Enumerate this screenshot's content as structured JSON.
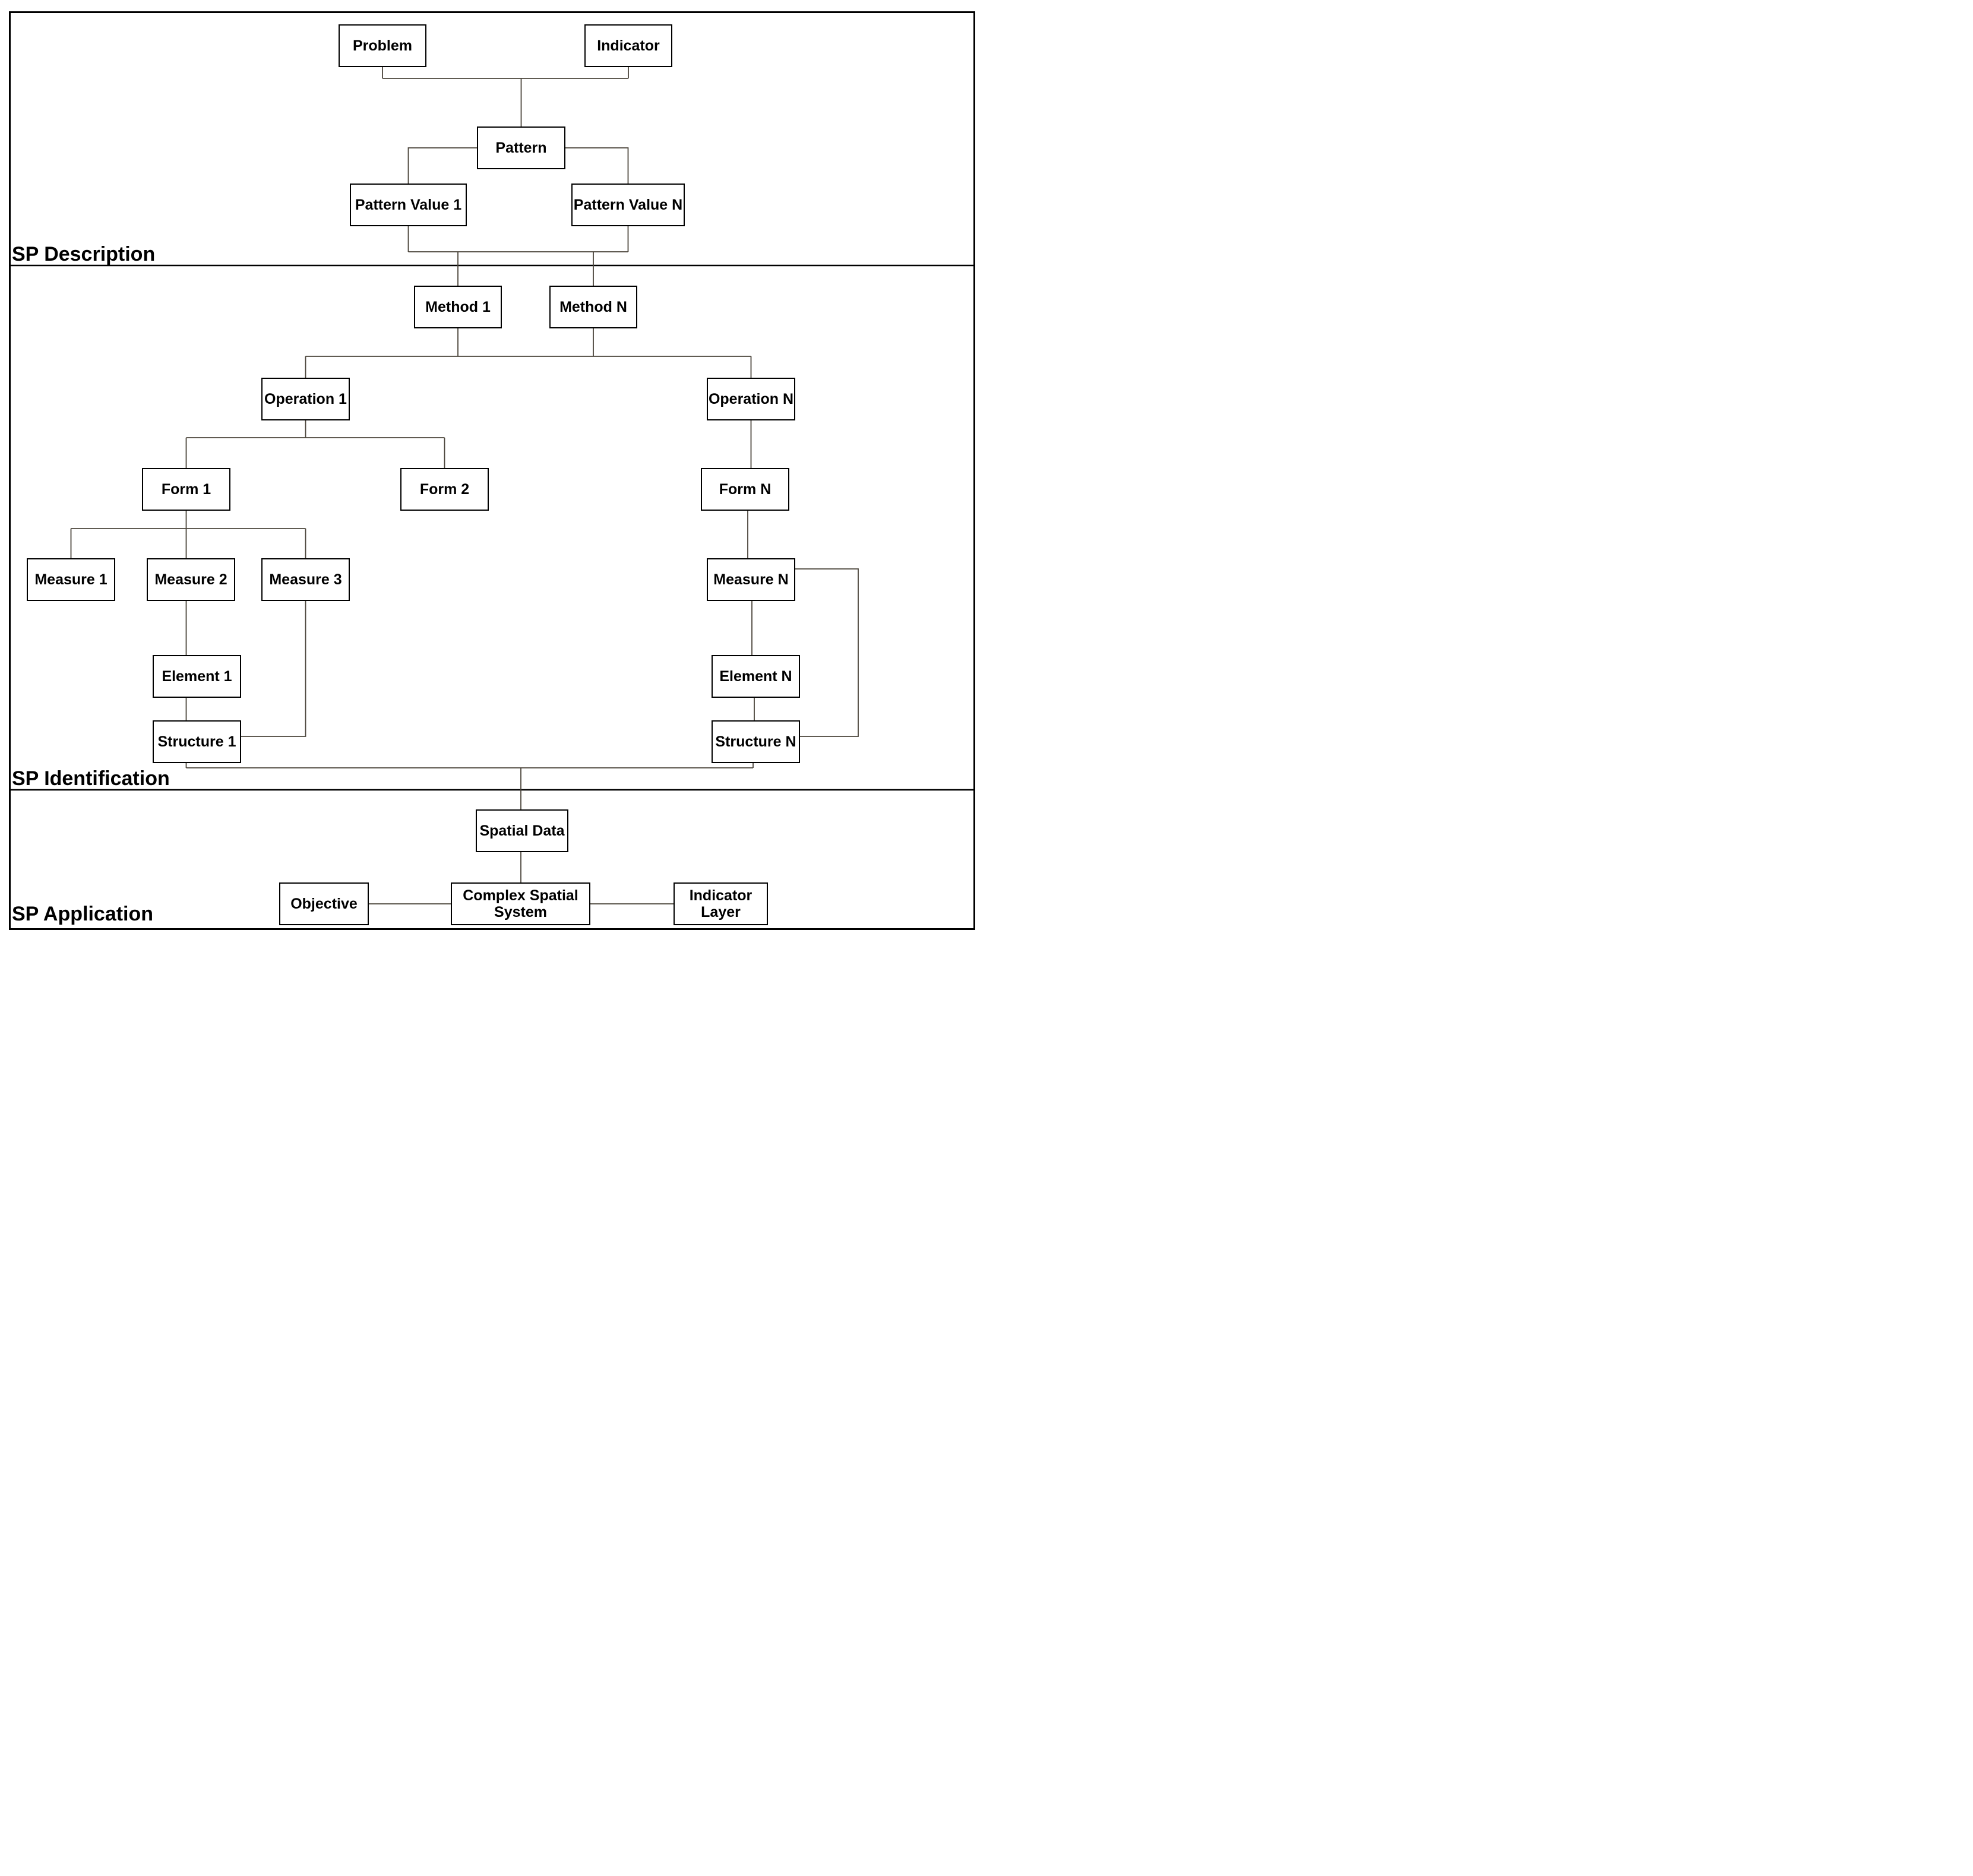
{
  "diagram": {
    "background": "#ffffff",
    "colors": {
      "box_border": "#000000",
      "connector": "#4a443a",
      "frame": "#000000",
      "divider": "#000000",
      "text": "#000000"
    },
    "sections": [
      {
        "id": "sp-description",
        "label": "SP Description"
      },
      {
        "id": "sp-identification",
        "label": "SP Identification"
      },
      {
        "id": "sp-application",
        "label": "SP Application"
      }
    ],
    "nodes": {
      "problem": {
        "label": "Problem"
      },
      "indicator": {
        "label": "Indicator"
      },
      "pattern": {
        "label": "Pattern"
      },
      "pattern_value_1": {
        "label": "Pattern Value 1"
      },
      "pattern_value_n": {
        "label": "Pattern Value N"
      },
      "method_1": {
        "label": "Method 1"
      },
      "method_n": {
        "label": "Method N"
      },
      "operation_1": {
        "label": "Operation 1"
      },
      "operation_n": {
        "label": "Operation N"
      },
      "form_1": {
        "label": "Form 1"
      },
      "form_2": {
        "label": "Form 2"
      },
      "form_n": {
        "label": "Form N"
      },
      "measure_1": {
        "label": "Measure 1"
      },
      "measure_2": {
        "label": "Measure 2"
      },
      "measure_3": {
        "label": "Measure 3"
      },
      "measure_n": {
        "label": "Measure N"
      },
      "element_1": {
        "label": "Element 1"
      },
      "element_n": {
        "label": "Element N"
      },
      "structure_1": {
        "label": "Structure 1"
      },
      "structure_n": {
        "label": "Structure N"
      },
      "spatial_data": {
        "label": "Spatial Data"
      },
      "objective": {
        "label": "Objective"
      },
      "complex_spatial_system": {
        "label": "Complex Spatial System"
      },
      "indicator_layer": {
        "label": "Indicator Layer"
      }
    }
  }
}
